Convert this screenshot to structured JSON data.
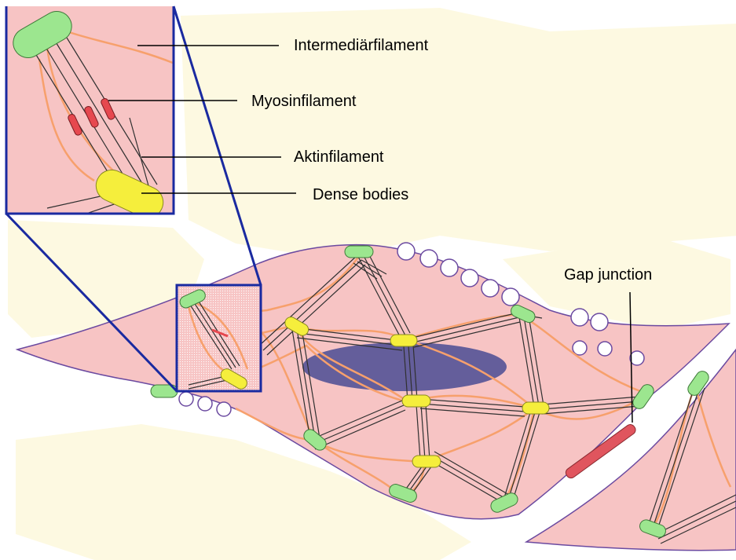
{
  "labels": {
    "intermediate": "Intermediärfilament",
    "myosin": "Myosinfilament",
    "actin": "Aktinfilament",
    "dense": "Dense bodies",
    "gap": "Gap junction"
  },
  "colors": {
    "background_blotch": "#fdf9e1",
    "cell_fill": "#f7c4c4",
    "cell_outline": "#6b4aa0",
    "nucleus": "#645e9b",
    "dense_body": "#f5ee3c",
    "dense_body_border": "#8a8a20",
    "attachment_plaque": "#9ce68f",
    "attachment_plaque_border": "#3f7a3a",
    "intermediate_filament": "#f7a06c",
    "actin_filament": "#303030",
    "myosin_filament": "#e6484f",
    "gap_junction": "#e0555e",
    "zoom_frame": "#1a2aa0",
    "label_line": "#000000"
  }
}
